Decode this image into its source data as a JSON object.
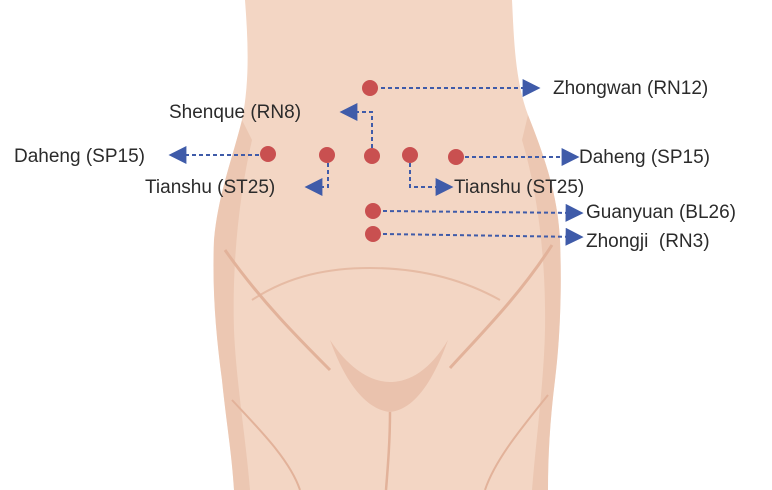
{
  "colors": {
    "skin": "#f3d6c4",
    "skin_shadow": "#e6bba4",
    "point": "#c95050",
    "arrow": "#3f5ba9",
    "text": "#2b2b2b"
  },
  "points": [
    {
      "name": "zhongwan",
      "label": "Zhongwan (RN12)"
    },
    {
      "name": "shenque",
      "label": "Shenque (RN8)"
    },
    {
      "name": "daheng-left",
      "label": "Daheng (SP15)"
    },
    {
      "name": "tianshu-left",
      "label": "Tianshu (ST25)"
    },
    {
      "name": "tianshu-right",
      "label": "Tianshu (ST25)"
    },
    {
      "name": "daheng-right",
      "label": "Daheng (SP15)"
    },
    {
      "name": "guanyuan",
      "label": "Guanyuan (BL26)"
    },
    {
      "name": "zhongji",
      "label": "Zhongji  (RN3)"
    }
  ]
}
